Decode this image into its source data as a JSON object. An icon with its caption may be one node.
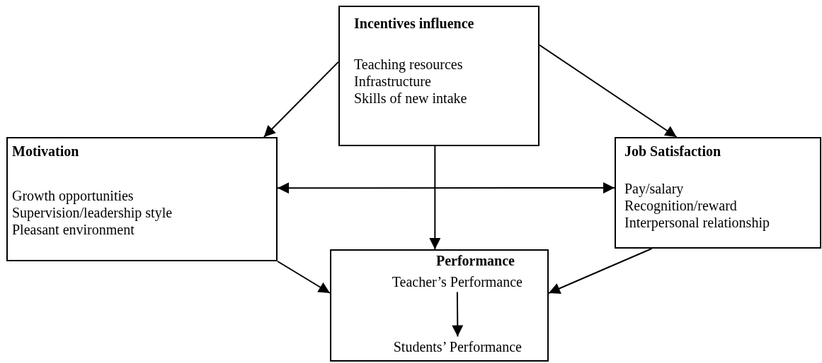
{
  "diagram": {
    "nodes": [
      {
        "text": [
          "Incentives influence",
          "Teaching resources",
          "Infrastructure",
          "Skills of new intake"
        ]
      },
      {
        "text": [
          "Motivation",
          "Growth opportunities",
          "Supervision/leadership style",
          "Pleasant environment"
        ]
      },
      {
        "text": [
          "Job Satisfaction",
          "Pay/salary",
          "Recognition/reward",
          "Interpersonal relationship"
        ]
      },
      {
        "text": [
          "Performance"
        ]
      },
      {
        "text": [
          "Teacher’s Performance"
        ],
        "in": 3
      },
      {
        "text": [
          "Students’ Performance"
        ],
        "in": 3
      }
    ],
    "edges": [
      {
        "from": 0,
        "to": 1,
        "arrow": "to"
      },
      {
        "from": 0,
        "to": 2,
        "arrow": "to"
      },
      {
        "from": 0,
        "to": 3,
        "arrow": "to"
      },
      {
        "from": 1,
        "to": 2,
        "arrow": "both"
      },
      {
        "from": 1,
        "to": 3,
        "arrow": "to"
      },
      {
        "from": 2,
        "to": 3,
        "arrow": "to"
      },
      {
        "from": 4,
        "to": 5,
        "arrow": "to"
      }
    ]
  }
}
